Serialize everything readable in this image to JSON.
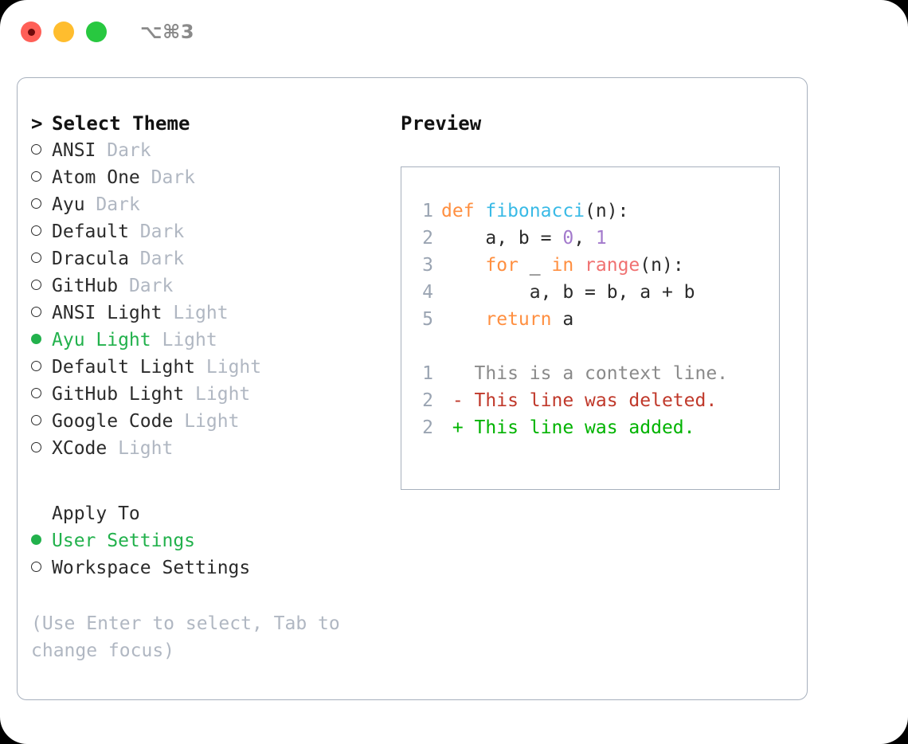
{
  "titlebar": {
    "shortcut": "⌥⌘3",
    "buttons": [
      "close-button",
      "minimize-button",
      "zoom-button"
    ]
  },
  "theme_section": {
    "header_prefix": "> ",
    "header": "Select Theme",
    "items": [
      {
        "label": "ANSI",
        "variant": "Dark",
        "selected": false
      },
      {
        "label": "Atom One",
        "variant": "Dark",
        "selected": false
      },
      {
        "label": "Ayu",
        "variant": "Dark",
        "selected": false
      },
      {
        "label": "Default",
        "variant": "Dark",
        "selected": false
      },
      {
        "label": "Dracula",
        "variant": "Dark",
        "selected": false
      },
      {
        "label": "GitHub",
        "variant": "Dark",
        "selected": false
      },
      {
        "label": "ANSI Light",
        "variant": "Light",
        "selected": false
      },
      {
        "label": "Ayu Light",
        "variant": "Light",
        "selected": true
      },
      {
        "label": "Default Light",
        "variant": "Light",
        "selected": false
      },
      {
        "label": "GitHub Light",
        "variant": "Light",
        "selected": false
      },
      {
        "label": "Google Code",
        "variant": "Light",
        "selected": false
      },
      {
        "label": "XCode",
        "variant": "Light",
        "selected": false
      }
    ]
  },
  "apply_section": {
    "header": "Apply To",
    "items": [
      {
        "label": "User Settings",
        "selected": true
      },
      {
        "label": "Workspace Settings",
        "selected": false
      }
    ]
  },
  "hint": "(Use Enter to select, Tab to change focus)",
  "preview": {
    "label": "Preview",
    "code_lines": [
      {
        "num": "1",
        "tokens": [
          {
            "t": "def ",
            "c": "kw"
          },
          {
            "t": "fibonacci",
            "c": "fn"
          },
          {
            "t": "(n):",
            "c": "pl"
          }
        ]
      },
      {
        "num": "2",
        "tokens": [
          {
            "t": "    a, b = ",
            "c": "pl"
          },
          {
            "t": "0",
            "c": "num"
          },
          {
            "t": ", ",
            "c": "pl"
          },
          {
            "t": "1",
            "c": "num"
          }
        ]
      },
      {
        "num": "3",
        "tokens": [
          {
            "t": "    ",
            "c": "pl"
          },
          {
            "t": "for",
            "c": "kw"
          },
          {
            "t": " _ ",
            "c": "pl"
          },
          {
            "t": "in",
            "c": "kw"
          },
          {
            "t": " ",
            "c": "pl"
          },
          {
            "t": "range",
            "c": "call"
          },
          {
            "t": "(n):",
            "c": "pl"
          }
        ]
      },
      {
        "num": "4",
        "tokens": [
          {
            "t": "        a, b = b, a + b",
            "c": "pl"
          }
        ]
      },
      {
        "num": "5",
        "tokens": [
          {
            "t": "    ",
            "c": "pl"
          },
          {
            "t": "return",
            "c": "kw"
          },
          {
            "t": " a",
            "c": "pl"
          }
        ]
      }
    ],
    "diff_lines": [
      {
        "num": "1",
        "sign": "  ",
        "text": "This is a context line.",
        "kind": "diff-ctx"
      },
      {
        "num": "2",
        "sign": "- ",
        "text": "This line was deleted.",
        "kind": "diff-del"
      },
      {
        "num": "2",
        "sign": "+ ",
        "text": "This line was added.",
        "kind": "diff-add"
      }
    ]
  },
  "colors": {
    "selected_green": "#22b14c",
    "muted_gray": "#b0b7c2",
    "border": "#a7b0bd",
    "keyword_orange": "#ff8f40",
    "function_blue": "#39bae6",
    "number_purple": "#a37acc",
    "call_red": "#f07171",
    "diff_deleted": "#c0392b",
    "diff_added": "#00b300",
    "traffic_red": "#ff5f57",
    "traffic_yellow": "#ffbd2e",
    "traffic_green": "#28c840"
  }
}
